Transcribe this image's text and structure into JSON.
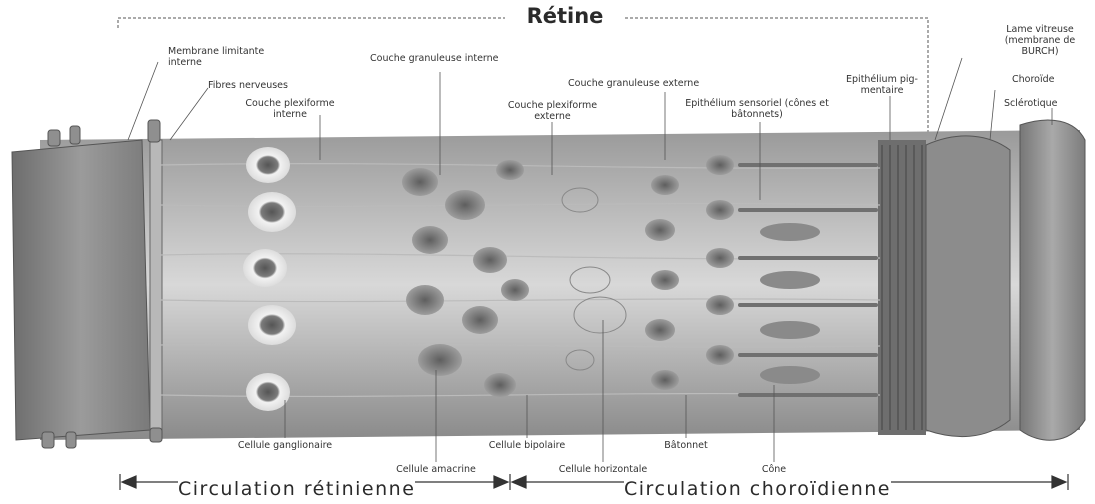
{
  "title": "Rétine",
  "labels": {
    "membrane_limitante": "Membrane limitante interne",
    "fibres_nerveuses": "Fibres nerveuses",
    "couche_plexiforme_interne": "Couche plexiforme interne",
    "couche_granuleuse_interne": "Couche granuleuse interne",
    "couche_plexiforme_externe": "Couche plexiforme externe",
    "couche_granuleuse_externe": "Couche granuleuse externe",
    "epithelium_sensoriel": "Epithélium sensoriel (cônes et bâtonnets)",
    "epithelium_pigmentaire": "Epithélium pig- mentaire",
    "lame_vitreuse": "Lame vitreuse (membrane de BURCH)",
    "choroide": "Choroïde",
    "sclerotique": "Sclérotique",
    "cellule_ganglionaire": "Cellule ganglionaire",
    "cellule_amacrine": "Cellule amacrine",
    "cellule_bipolaire": "Cellule bipolaire",
    "cellule_horizontale": "Cellule horizontale",
    "batonnet": "Bâtonnet",
    "cone": "Cône"
  },
  "circulation": {
    "retinienne": "Circulation rétinienne",
    "choroidienne": "Circulation choroïdienne"
  }
}
